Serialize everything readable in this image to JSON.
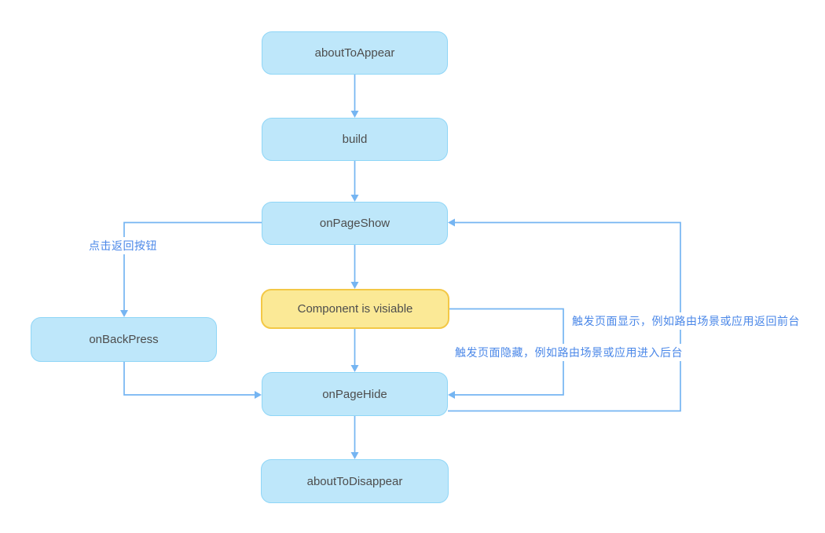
{
  "diagram": {
    "description": "Page lifecycle flowchart",
    "nodes": {
      "aboutToAppear": {
        "label": "aboutToAppear",
        "type": "lifecycle-callback"
      },
      "build": {
        "label": "build",
        "type": "lifecycle-callback"
      },
      "onPageShow": {
        "label": "onPageShow",
        "type": "lifecycle-callback"
      },
      "componentVisible": {
        "label": "Component is visiable",
        "type": "state",
        "highlighted": true
      },
      "onBackPress": {
        "label": "onBackPress",
        "type": "lifecycle-callback"
      },
      "onPageHide": {
        "label": "onPageHide",
        "type": "lifecycle-callback"
      },
      "aboutToDisappear": {
        "label": "aboutToDisappear",
        "type": "lifecycle-callback"
      }
    },
    "edge_labels": {
      "back_press": "点击返回按钮",
      "page_show": "触发页面显示，例如路由场景或应用返回前台",
      "page_hide": "触发页面隐藏，例如路由场景或应用进入后台"
    },
    "edges": [
      {
        "from": "aboutToAppear",
        "to": "build"
      },
      {
        "from": "build",
        "to": "onPageShow"
      },
      {
        "from": "onPageShow",
        "to": "componentVisible"
      },
      {
        "from": "componentVisible",
        "to": "onPageHide"
      },
      {
        "from": "onPageHide",
        "to": "aboutToDisappear"
      },
      {
        "from": "onPageShow",
        "to": "onBackPress",
        "label": "点击返回按钮"
      },
      {
        "from": "onBackPress",
        "to": "onPageHide"
      },
      {
        "from": "componentVisible",
        "to": "onPageHide",
        "label": "触发页面隐藏，例如路由场景或应用进入后台"
      },
      {
        "from": "onPageHide",
        "to": "onPageShow",
        "label": "触发页面显示，例如路由场景或应用返回前台"
      }
    ],
    "colors": {
      "node_fill": "#BEE7FA",
      "node_border": "#8FD6F7",
      "highlight_fill": "#FBE996",
      "highlight_border": "#F3C846",
      "arrow": "#75B5F2",
      "node_text": "#4D4D4D",
      "edge_label_text": "#4A87E8",
      "background": "#FFFFFF"
    }
  }
}
